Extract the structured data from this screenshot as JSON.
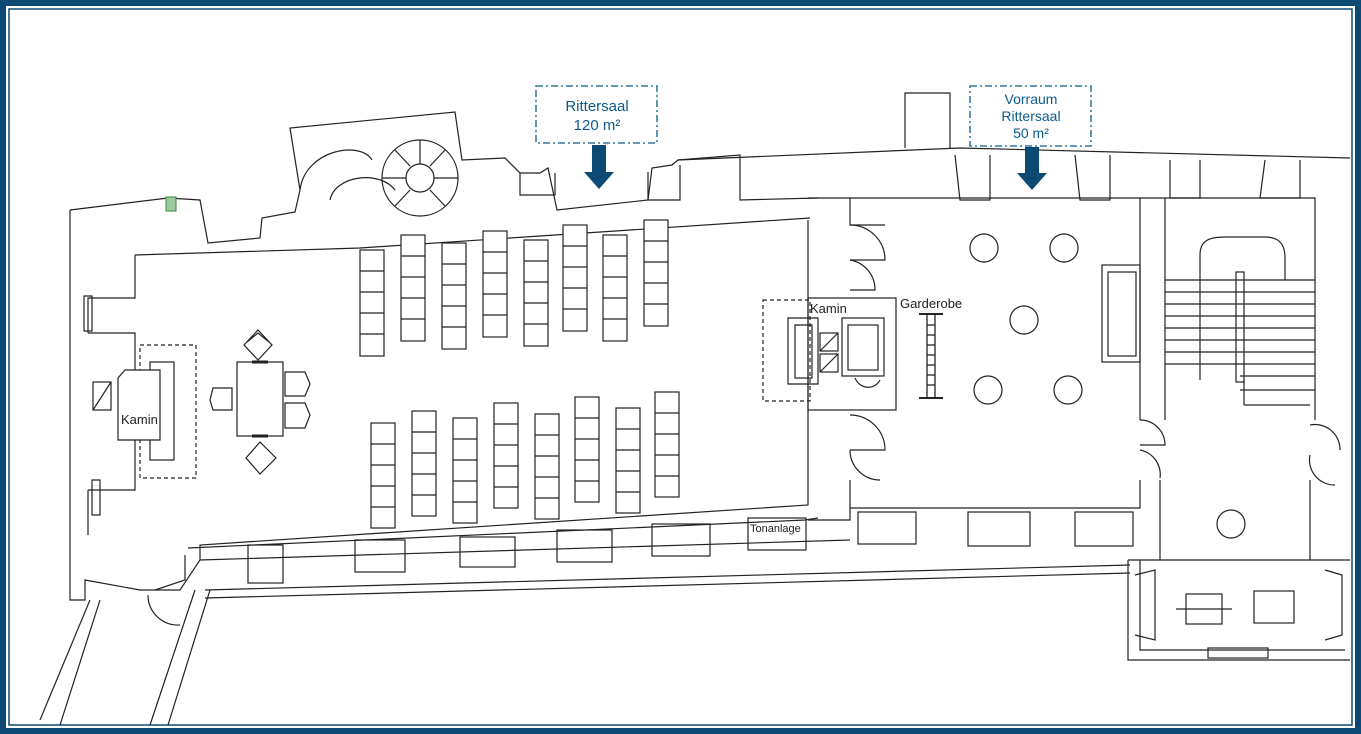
{
  "colors": {
    "frame": "#0d4a73",
    "accent": "#0d5a8a",
    "line": "#222222",
    "green": "#3a8a3a"
  },
  "callouts": {
    "rittersaal": {
      "line1": "Rittersaal",
      "line2": "120 m²"
    },
    "vorraum": {
      "line1": "Vorraum",
      "line2": "Rittersaal",
      "line3": "50 m²"
    }
  },
  "labels": {
    "kamin_left": "Kamin",
    "kamin_mid": "Kamin",
    "garderobe": "Garderobe",
    "tonanlage": "Tonanlage"
  },
  "icons": {
    "arrow": "down-arrow-icon",
    "chair": "chair-icon",
    "fireplace": "fireplace-icon"
  }
}
